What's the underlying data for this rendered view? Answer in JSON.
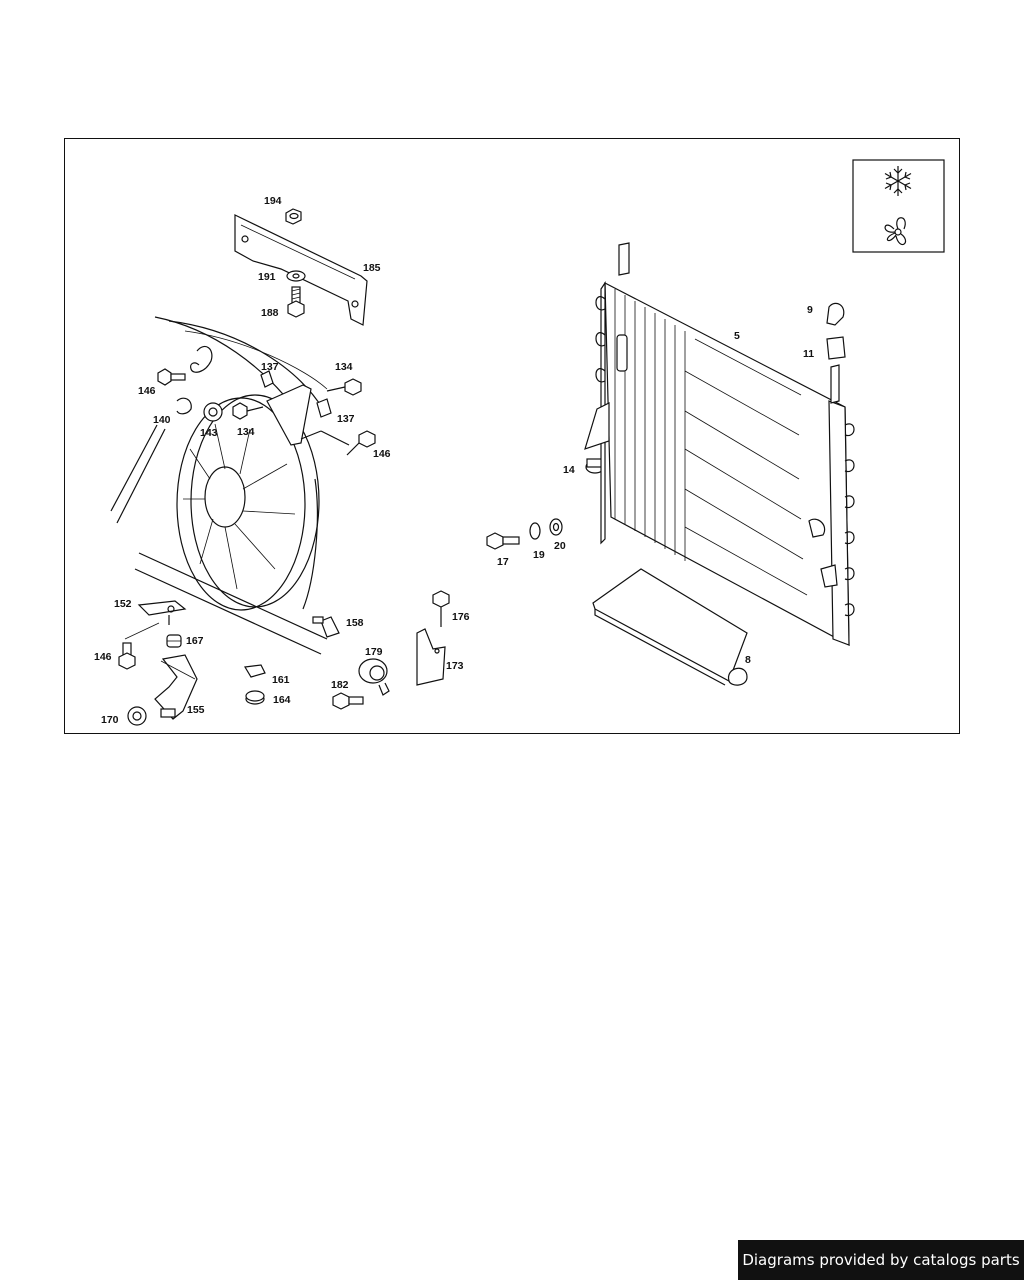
{
  "callouts": {
    "c194": "194",
    "c185": "185",
    "c191": "191",
    "c188": "188",
    "c137a": "137",
    "c134a": "134",
    "c146a": "146",
    "c140": "140",
    "c143": "143",
    "c134b": "134",
    "c137b": "137",
    "c146b": "146",
    "c152": "152",
    "c167": "167",
    "c146c": "146",
    "c155": "155",
    "c170": "170",
    "c161": "161",
    "c164": "164",
    "c158": "158",
    "c179": "179",
    "c182": "182",
    "c176": "176",
    "c173": "173",
    "c17": "17",
    "c19": "19",
    "c20": "20",
    "c14": "14",
    "c5": "5",
    "c9": "9",
    "c11": "11",
    "c8": "8"
  },
  "legend_icons": [
    "snowflake-icon",
    "fan-icon"
  ],
  "credit": "Diagrams provided by catalogs parts"
}
